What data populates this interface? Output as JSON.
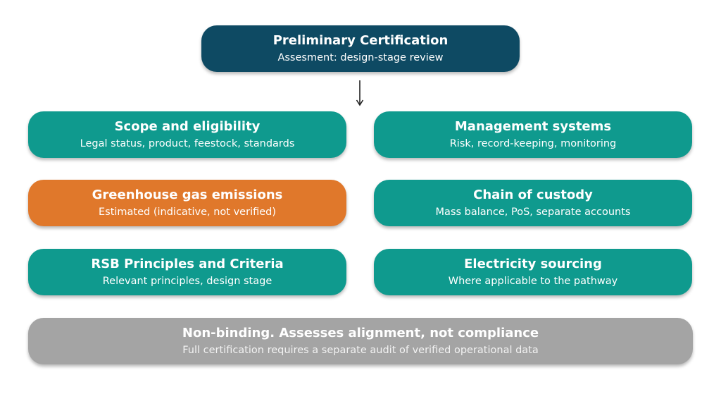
{
  "colors": {
    "dark_navy": "#0e4a63",
    "teal": "#0f9a8e",
    "orange": "#e0782b",
    "gray": "#a4a4a4"
  },
  "top": {
    "title": "Preliminary Certification",
    "subtitle": "Assesment: design-stage review",
    "color": "#0e4a63"
  },
  "boxes": [
    {
      "id": "scope",
      "title": "Scope and eligibility",
      "subtitle": "Legal status, product, feestock, standards",
      "color": "#0f9a8e"
    },
    {
      "id": "mgmt",
      "title": "Management systems",
      "subtitle": "Risk, record-keeping, monitoring",
      "color": "#0f9a8e"
    },
    {
      "id": "ghg",
      "title": "Greenhouse gas emissions",
      "subtitle": "Estimated (indicative, not verified)",
      "color": "#e0782b"
    },
    {
      "id": "coc",
      "title": "Chain of custody",
      "subtitle": "Mass balance, PoS, separate accounts",
      "color": "#0f9a8e"
    },
    {
      "id": "rsb",
      "title": "RSB Principles and Criteria",
      "subtitle": "Relevant principles, design stage",
      "color": "#0f9a8e"
    },
    {
      "id": "elec",
      "title": "Electricity sourcing",
      "subtitle": "Where applicable to the pathway",
      "color": "#0f9a8e"
    }
  ],
  "note": {
    "title": "Non-binding. Assesses alignment, not compliance",
    "subtitle": "Full certification requires a separate audit of verified operational data",
    "color": "#a4a4a4"
  },
  "arrow_icon": "down-arrow-icon"
}
